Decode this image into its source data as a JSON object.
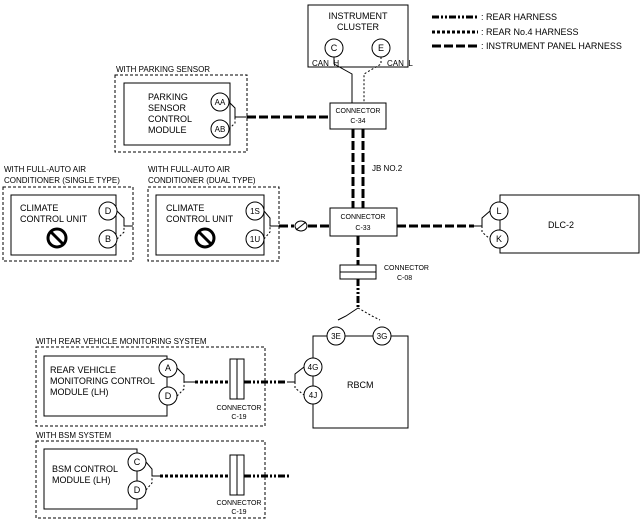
{
  "legend": {
    "rear": ": REAR HARNESS",
    "rear4": ": REAR No.4 HARNESS",
    "ip": ": INSTRUMENT PANEL HARNESS"
  },
  "cluster": {
    "line1": "INSTRUMENT",
    "line2": "CLUSTER",
    "pin_c": "C",
    "pin_e": "E",
    "can_h": "CAN_H",
    "can_l": "CAN_L"
  },
  "parking": {
    "group": "WITH PARKING SENSOR",
    "line1": "PARKING",
    "line2": "SENSOR",
    "line3": "CONTROL",
    "line4": "MODULE",
    "pin_aa": "AA",
    "pin_ab": "AB"
  },
  "c34": {
    "line1": "CONNECTOR",
    "line2": "C-34"
  },
  "jb": "JB NO.2",
  "single": {
    "group1": "WITH FULL-AUTO AIR",
    "group2": "CONDITIONER (SINGLE TYPE)",
    "line1": "CLIMATE",
    "line2": "CONTROL UNIT",
    "pin_d": "D",
    "pin_b": "B"
  },
  "dual": {
    "group1": "WITH FULL-AUTO AIR",
    "group2": "CONDITIONER (DUAL TYPE)",
    "line1": "CLIMATE",
    "line2": "CONTROL UNIT",
    "pin_1s": "1S",
    "pin_1u": "1U"
  },
  "c33": {
    "line1": "CONNECTOR",
    "line2": "C-33"
  },
  "dlc": {
    "label": "DLC-2",
    "pin_l": "L",
    "pin_k": "K"
  },
  "c08": {
    "line1": "CONNECTOR",
    "line2": "C-08"
  },
  "rbcm": {
    "label": "RBCM",
    "pin_3e": "3E",
    "pin_3g": "3G",
    "pin_4g": "4G",
    "pin_4j": "4J"
  },
  "rvm": {
    "group": "WITH REAR VEHICLE MONITORING SYSTEM",
    "line1": "REAR VEHICLE",
    "line2": "MONITORING CONTROL",
    "line3": "MODULE (LH)",
    "pin_a": "A",
    "pin_d": "D",
    "conn1": "CONNECTOR",
    "conn2": "C-19"
  },
  "bsm": {
    "group": "WITH BSM SYSTEM",
    "line1": "BSM CONTROL",
    "line2": "MODULE (LH)",
    "pin_c": "C",
    "pin_d": "D",
    "conn1": "CONNECTOR",
    "conn2": "C-19"
  }
}
